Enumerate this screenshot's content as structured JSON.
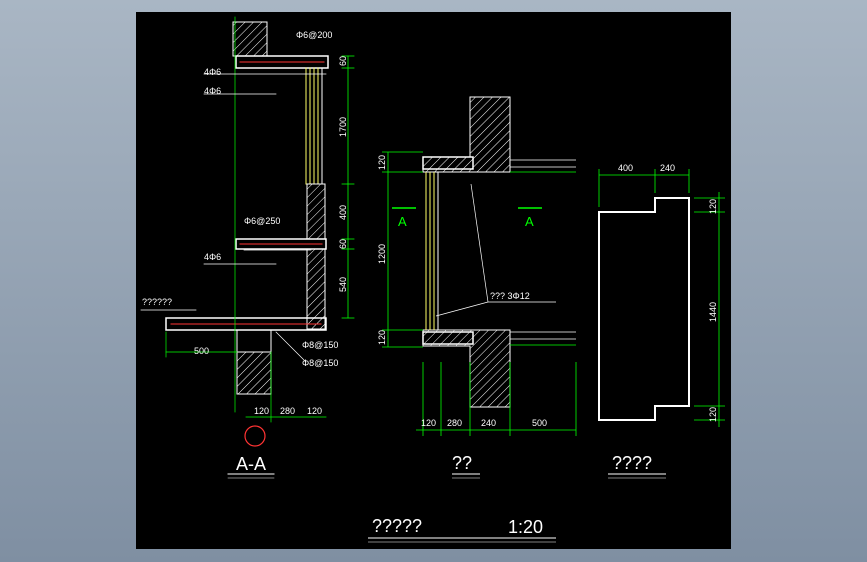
{
  "drawing": {
    "title": "?????",
    "scale": "1:20"
  },
  "view_aa": {
    "title": "A-A",
    "labels": {
      "top_rebar": "Φ6@200",
      "rebar_4a": "4Φ6",
      "rebar_4b": "4Φ6",
      "mid_rebar": "Φ6@250",
      "rebar_4c": "4Φ6",
      "slab_label": "??????",
      "bot_rebar1": "Φ8@150",
      "bot_rebar2": "Φ8@150"
    },
    "dims_right": [
      "60",
      "1700",
      "400",
      "60",
      "540"
    ],
    "dims_bottom": [
      "120",
      "280",
      "120"
    ],
    "dim_left": "500"
  },
  "view_elev": {
    "title": "??",
    "section_mark_left": "A",
    "section_mark_right": "A",
    "rebar_label": "??? 3Φ12",
    "dims_left": [
      "120",
      "1200",
      "120"
    ],
    "dims_bottom": [
      "120",
      "280",
      "240",
      "500"
    ]
  },
  "view_plan": {
    "title": "????",
    "dims_top": [
      "400",
      "240"
    ],
    "dims_right": [
      "120",
      "1440",
      "120"
    ]
  },
  "colors": {
    "line": "#ffffff",
    "dimension": "#00ff00",
    "hatch": "#ffffff",
    "rebar": "#ffff66",
    "axis": "#ff3333"
  }
}
